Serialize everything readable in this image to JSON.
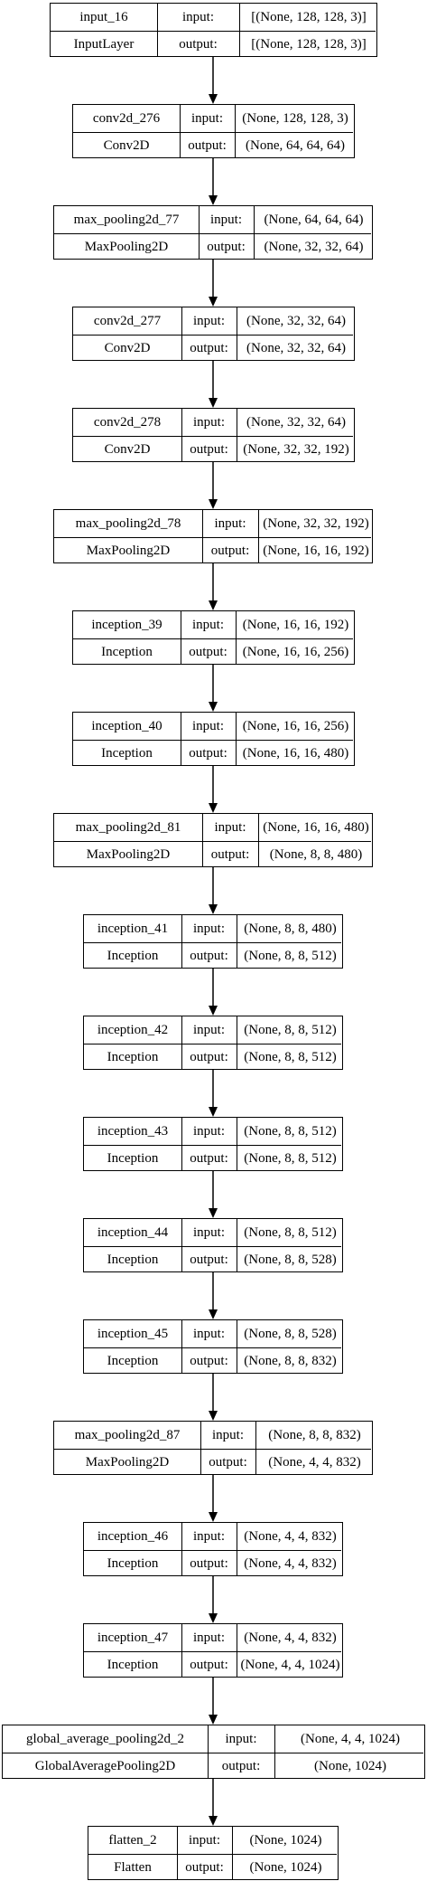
{
  "diagram": {
    "input_key": "input:",
    "output_key": "output:",
    "layers": [
      {
        "name": "input_16",
        "type": "InputLayer",
        "input": "[(None, 128, 128, 3)]",
        "output": "[(None, 128, 128, 3)]"
      },
      {
        "name": "conv2d_276",
        "type": "Conv2D",
        "input": "(None, 128, 128, 3)",
        "output": "(None, 64, 64, 64)"
      },
      {
        "name": "max_pooling2d_77",
        "type": "MaxPooling2D",
        "input": "(None, 64, 64, 64)",
        "output": "(None, 32, 32, 64)"
      },
      {
        "name": "conv2d_277",
        "type": "Conv2D",
        "input": "(None, 32, 32, 64)",
        "output": "(None, 32, 32, 64)"
      },
      {
        "name": "conv2d_278",
        "type": "Conv2D",
        "input": "(None, 32, 32, 64)",
        "output": "(None, 32, 32, 192)"
      },
      {
        "name": "max_pooling2d_78",
        "type": "MaxPooling2D",
        "input": "(None, 32, 32, 192)",
        "output": "(None, 16, 16, 192)"
      },
      {
        "name": "inception_39",
        "type": "Inception",
        "input": "(None, 16, 16, 192)",
        "output": "(None, 16, 16, 256)"
      },
      {
        "name": "inception_40",
        "type": "Inception",
        "input": "(None, 16, 16, 256)",
        "output": "(None, 16, 16, 480)"
      },
      {
        "name": "max_pooling2d_81",
        "type": "MaxPooling2D",
        "input": "(None, 16, 16, 480)",
        "output": "(None, 8, 8, 480)"
      },
      {
        "name": "inception_41",
        "type": "Inception",
        "input": "(None, 8, 8, 480)",
        "output": "(None, 8, 8, 512)"
      },
      {
        "name": "inception_42",
        "type": "Inception",
        "input": "(None, 8, 8, 512)",
        "output": "(None, 8, 8, 512)"
      },
      {
        "name": "inception_43",
        "type": "Inception",
        "input": "(None, 8, 8, 512)",
        "output": "(None, 8, 8, 512)"
      },
      {
        "name": "inception_44",
        "type": "Inception",
        "input": "(None, 8, 8, 512)",
        "output": "(None, 8, 8, 528)"
      },
      {
        "name": "inception_45",
        "type": "Inception",
        "input": "(None, 8, 8, 528)",
        "output": "(None, 8, 8, 832)"
      },
      {
        "name": "max_pooling2d_87",
        "type": "MaxPooling2D",
        "input": "(None, 8, 8, 832)",
        "output": "(None, 4, 4, 832)"
      },
      {
        "name": "inception_46",
        "type": "Inception",
        "input": "(None, 4, 4, 832)",
        "output": "(None, 4, 4, 832)"
      },
      {
        "name": "inception_47",
        "type": "Inception",
        "input": "(None, 4, 4, 832)",
        "output": "(None, 4, 4, 1024)"
      },
      {
        "name": "global_average_pooling2d_2",
        "type": "GlobalAveragePooling2D",
        "input": "(None, 4, 4, 1024)",
        "output": "(None, 1024)"
      },
      {
        "name": "flatten_2",
        "type": "Flatten",
        "input": "(None, 1024)",
        "output": "(None, 1024)"
      }
    ]
  }
}
